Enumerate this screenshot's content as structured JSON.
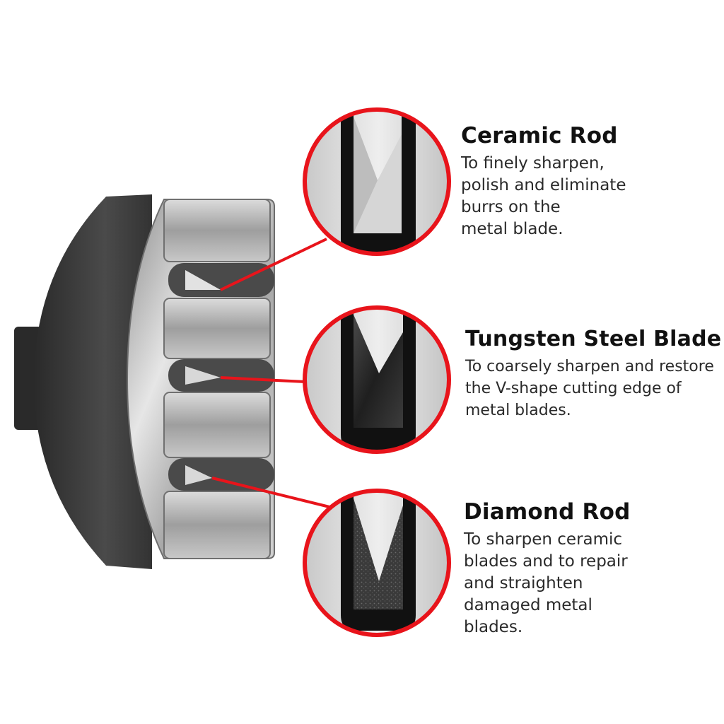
{
  "colors": {
    "accent_red": "#e8141b",
    "housing": "#3a3a3a",
    "steel": "#b9b9b9",
    "ceramic": "#d9d9d9",
    "tungsten": "#2b2b2b",
    "diamond": "#3b3b3b"
  },
  "features": [
    {
      "title": "Ceramic Rod",
      "description": "To finely sharpen,\npolish and eliminate\nburrs on the\nmetal blade."
    },
    {
      "title": "Tungsten Steel Blade",
      "description": "To coarsely sharpen and restore\nthe V-shape cutting edge of\nmetal blades."
    },
    {
      "title": "Diamond Rod",
      "description": "To sharpen ceramic\nblades and to repair\nand straighten\ndamaged metal\nblades."
    }
  ]
}
